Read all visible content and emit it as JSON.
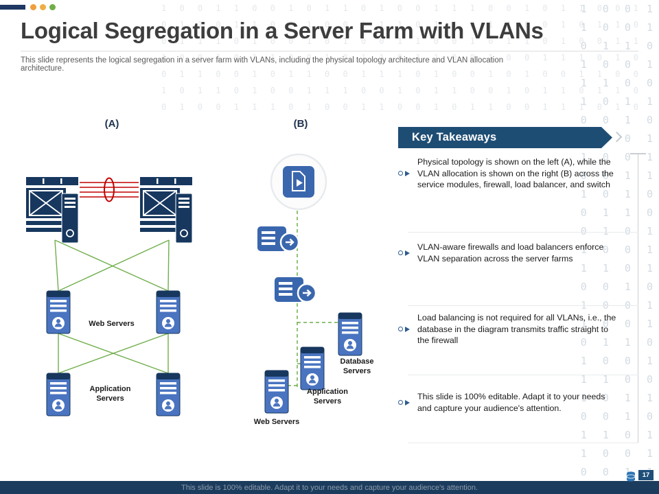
{
  "header": {
    "title": "Logical Segregation in a Server Farm with VLANs",
    "subtitle": "This slide represents the logical segregation in a server farm with VLANs, including the physical topology architecture and VLAN allocation architecture."
  },
  "diagram_a": {
    "label": "(A)",
    "web_servers": "Web Servers",
    "application_servers": "Application Servers"
  },
  "diagram_b": {
    "label": "(B)",
    "database_servers": "Database Servers",
    "application_servers": "Application Servers",
    "web_servers": "Web Servers"
  },
  "key_takeaways": {
    "title": "Key Takeaways",
    "items": [
      "Physical topology is shown on the left (A), while the VLAN allocation is shown on the right (B) across the service modules, firewall, load balancer, and switch",
      "VLAN-aware firewalls and load balancers enforce VLAN separation across the server farms",
      "Load balancing is not required for all VLANs, i.e., the database in the diagram transmits traffic straight to the firewall",
      "This slide is 100% editable. Adapt it to your needs and capture your audience's attention."
    ]
  },
  "footer": {
    "text": "This slide is 100% editable. Adapt it to your needs and capture your audience's attention.",
    "page_number": "17"
  },
  "background": {
    "binary_pattern": "1 0 0 1 1 0 0 1 0 1 1 0 1 0 0 1 1 1 0 0 1 0 1 1 0 0 1 0 1 1 0 1 1 0 0 1 0 0 1 1 1 0 1 0 0 1 1 0 0 1 0 1 1 0 0 1 1 1 0 1 0 0 1 0 "
  },
  "colors": {
    "navy": "#17375E",
    "banner_blue": "#1E4D74",
    "server_blue": "#4A74C0",
    "line_green": "#70AD47",
    "trunk_red": "#C00000"
  }
}
